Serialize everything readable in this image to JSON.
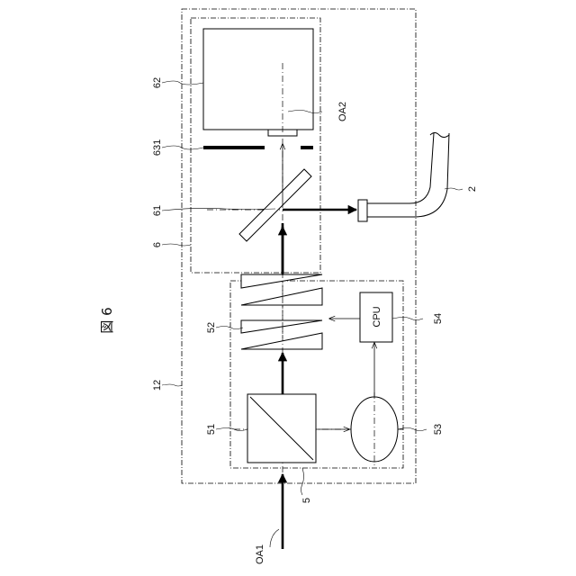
{
  "figure": {
    "title": "図 6"
  },
  "labels": {
    "oa1": "OA1",
    "oa2": "OA2",
    "l5": "5",
    "l6": "6",
    "l12": "12",
    "l51": "51",
    "l52": "52",
    "l53": "53",
    "l54": "54",
    "l61": "61",
    "l62": "62",
    "l631": "631",
    "l2": "2"
  },
  "cpu": {
    "label": "CPU"
  }
}
